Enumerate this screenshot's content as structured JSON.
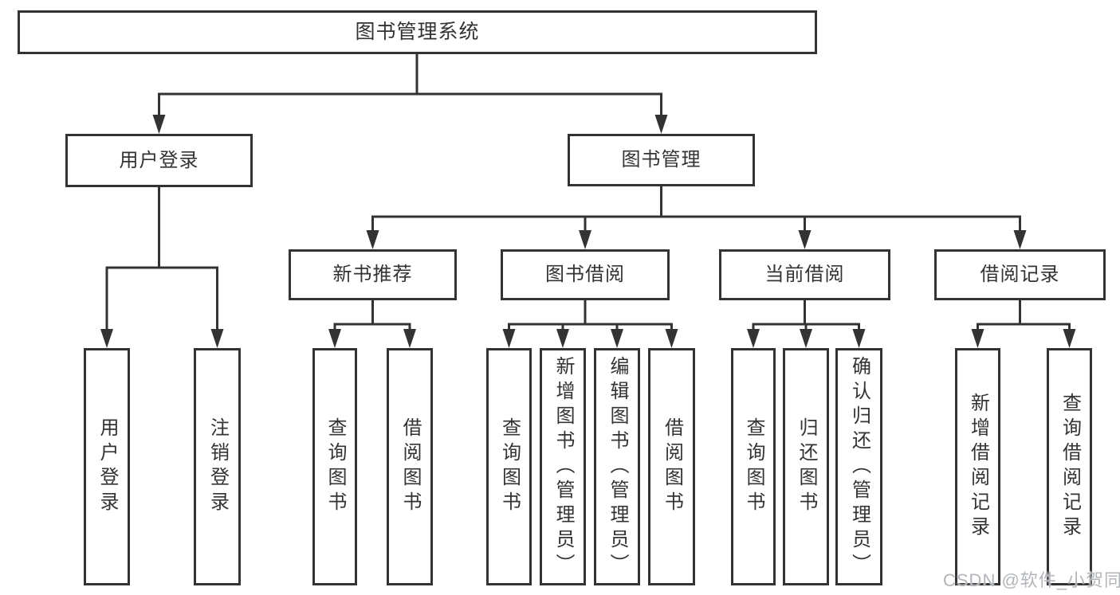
{
  "diagram": {
    "title": "图书管理系统",
    "type": "hierarchy-tree",
    "colors": {
      "line": "#333333",
      "box_border": "#333333",
      "box_fill": "#ffffff",
      "text": "#333333",
      "background": "#ffffff",
      "watermark": "#b2b6ba"
    },
    "nodes": {
      "root": {
        "label": "图书管理系统"
      },
      "user_login": {
        "label": "用户登录"
      },
      "book_mgmt": {
        "label": "图书管理"
      },
      "new_book_rec": {
        "label": "新书推荐"
      },
      "book_borrow": {
        "label": "图书借阅"
      },
      "current_borrow": {
        "label": "当前借阅"
      },
      "borrow_records": {
        "label": "借阅记录"
      },
      "leaf_user_login": {
        "label": "用户登录"
      },
      "leaf_logout": {
        "label": "注销登录"
      },
      "leaf_nb_query": {
        "label": "查询图书"
      },
      "leaf_nb_borrow": {
        "label": "借阅图书"
      },
      "leaf_bb_query": {
        "label": "查询图书"
      },
      "leaf_bb_add": {
        "label": "新增图书（管理员）"
      },
      "leaf_bb_edit": {
        "label": "编辑图书（管理员）"
      },
      "leaf_bb_borrow": {
        "label": "借阅图书"
      },
      "leaf_cb_query": {
        "label": "查询图书"
      },
      "leaf_cb_return": {
        "label": "归还图书"
      },
      "leaf_cb_confirm": {
        "label": "确认归还（管理员）"
      },
      "leaf_br_add": {
        "label": "新增借阅记录"
      },
      "leaf_br_query": {
        "label": "查询借阅记录"
      }
    },
    "hierarchy": {
      "图书管理系统": {
        "用户登录": [
          "用户登录",
          "注销登录"
        ],
        "图书管理": {
          "新书推荐": [
            "查询图书",
            "借阅图书"
          ],
          "图书借阅": [
            "查询图书",
            "新增图书（管理员）",
            "编辑图书（管理员）",
            "借阅图书"
          ],
          "当前借阅": [
            "查询图书",
            "归还图书",
            "确认归还（管理员）"
          ],
          "借阅记录": [
            "新增借阅记录",
            "查询借阅记录"
          ]
        }
      }
    },
    "watermark": {
      "text": "CSDN @软件_小贺同学"
    }
  }
}
